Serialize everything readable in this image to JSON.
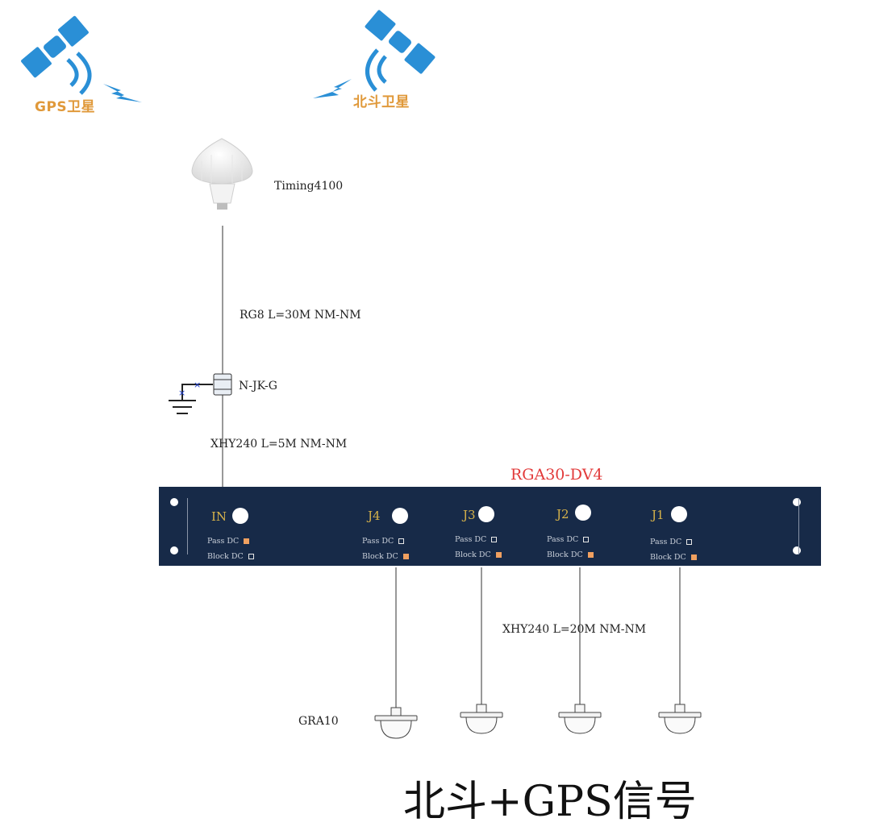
{
  "satellites": {
    "gps_label": "GPS卫星",
    "beidou_label": "北斗卫星"
  },
  "antenna": {
    "label": "Timing4100"
  },
  "cables": {
    "top": "RG8  L=30M NM-NM",
    "middle": "XHY240 L=5M NM-NM",
    "bottom": "XHY240 L=20M NM-NM"
  },
  "protector": {
    "label": "N-JK-G"
  },
  "splitter": {
    "model": "RGA30-DV4",
    "pass_dc_label": "Pass DC",
    "block_dc_label": "Block DC",
    "ports": [
      {
        "name": "IN",
        "pass_dc": true,
        "block_dc": false
      },
      {
        "name": "J4",
        "pass_dc": false,
        "block_dc": true
      },
      {
        "name": "J3",
        "pass_dc": false,
        "block_dc": true
      },
      {
        "name": "J2",
        "pass_dc": false,
        "block_dc": true
      },
      {
        "name": "J1",
        "pass_dc": false,
        "block_dc": true
      }
    ]
  },
  "receivers": {
    "label": "GRA10"
  },
  "title": "北斗+GPS信号",
  "colors": {
    "satellite_blue": "#2a8fd6",
    "satellite_label": "#e0993a",
    "rack": "#172a48",
    "port_label": "#d6b24a",
    "model_label": "#e23a3a",
    "indicator_on": "#f0a060"
  }
}
